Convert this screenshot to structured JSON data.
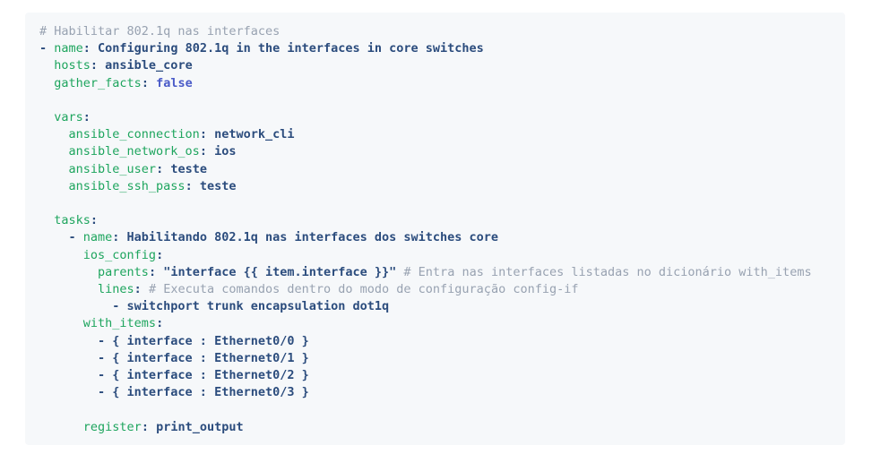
{
  "colors": {
    "page_bg": "#ffffff",
    "block_bg": "#f6f8fa",
    "key_green": "#1ea55e",
    "text_navy": "#2b4c7d",
    "comment_gray": "#98a2b1",
    "keyword_blue": "#4a5bc8"
  },
  "code": {
    "language": "yaml",
    "lines": [
      [
        [
          "c",
          "# Habilitar 802.1q nas interfaces"
        ]
      ],
      [
        [
          "n",
          "- "
        ],
        [
          "k",
          "name"
        ],
        [
          "n",
          ": Configuring 802.1q in the interfaces in core switches"
        ]
      ],
      [
        [
          "n",
          "  "
        ],
        [
          "k",
          "hosts"
        ],
        [
          "n",
          ": ansible_core"
        ]
      ],
      [
        [
          "n",
          "  "
        ],
        [
          "k",
          "gather_facts"
        ],
        [
          "n",
          ": "
        ],
        [
          "b",
          "false"
        ]
      ],
      [],
      [
        [
          "n",
          "  "
        ],
        [
          "k",
          "vars"
        ],
        [
          "n",
          ":"
        ]
      ],
      [
        [
          "n",
          "    "
        ],
        [
          "k",
          "ansible_connection"
        ],
        [
          "n",
          ": network_cli"
        ]
      ],
      [
        [
          "n",
          "    "
        ],
        [
          "k",
          "ansible_network_os"
        ],
        [
          "n",
          ": ios"
        ]
      ],
      [
        [
          "n",
          "    "
        ],
        [
          "k",
          "ansible_user"
        ],
        [
          "n",
          ": teste"
        ]
      ],
      [
        [
          "n",
          "    "
        ],
        [
          "k",
          "ansible_ssh_pass"
        ],
        [
          "n",
          ": teste"
        ]
      ],
      [],
      [
        [
          "n",
          "  "
        ],
        [
          "k",
          "tasks"
        ],
        [
          "n",
          ":"
        ]
      ],
      [
        [
          "n",
          "    - "
        ],
        [
          "k",
          "name"
        ],
        [
          "n",
          ": Habilitando 802.1q nas interfaces dos switches core"
        ]
      ],
      [
        [
          "n",
          "      "
        ],
        [
          "k",
          "ios_config"
        ],
        [
          "n",
          ":"
        ]
      ],
      [
        [
          "n",
          "        "
        ],
        [
          "k",
          "parents"
        ],
        [
          "n",
          ": \"interface {{ item.interface }}\" "
        ],
        [
          "c",
          "# Entra nas interfaces listadas no dicionário with_items"
        ]
      ],
      [
        [
          "n",
          "        "
        ],
        [
          "k",
          "lines"
        ],
        [
          "n",
          ": "
        ],
        [
          "c",
          "# Executa comandos dentro do modo de configuração config-if"
        ]
      ],
      [
        [
          "n",
          "          - switchport trunk encapsulation dot1q"
        ]
      ],
      [
        [
          "n",
          "      "
        ],
        [
          "k",
          "with_items"
        ],
        [
          "n",
          ":"
        ]
      ],
      [
        [
          "n",
          "        - { interface : Ethernet0/0 }"
        ]
      ],
      [
        [
          "n",
          "        - { interface : Ethernet0/1 }"
        ]
      ],
      [
        [
          "n",
          "        - { interface : Ethernet0/2 }"
        ]
      ],
      [
        [
          "n",
          "        - { interface : Ethernet0/3 }"
        ]
      ],
      [],
      [
        [
          "n",
          "      "
        ],
        [
          "k",
          "register"
        ],
        [
          "n",
          ": print_output"
        ]
      ]
    ]
  }
}
